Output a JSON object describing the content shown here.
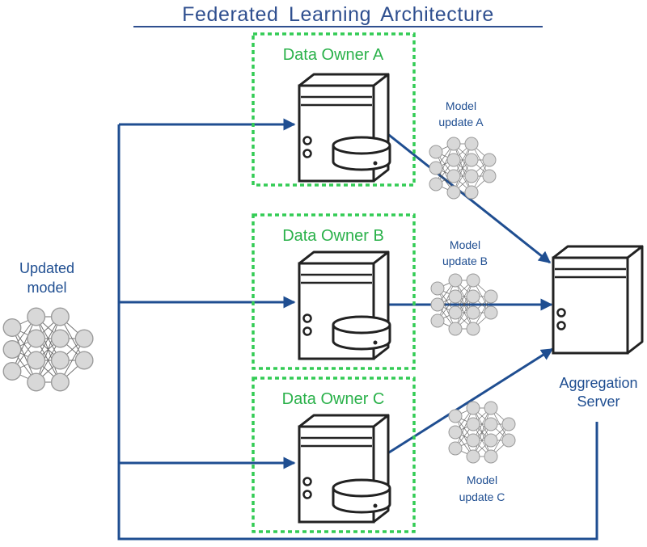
{
  "title": "Federated  Learning  Architecture",
  "owners": [
    {
      "label": "Data Owner A"
    },
    {
      "label": "Data Owner B"
    },
    {
      "label": "Data Owner C"
    }
  ],
  "updated_model": {
    "line1": "Updated",
    "line2": "model"
  },
  "model_updates": [
    {
      "line1": "Model",
      "line2": "update A"
    },
    {
      "line1": "Model",
      "line2": "update B"
    },
    {
      "line1": "Model",
      "line2": "update C"
    }
  ],
  "aggregation_server": {
    "line1": "Aggregation",
    "line2": "Server"
  },
  "icons": {
    "server": "server-icon",
    "database": "database-icon",
    "network": "neural-network-icon"
  },
  "colors": {
    "title": "#2f4f8f",
    "owner_label": "#2ab14a",
    "owner_box": "#33cc55",
    "arrows": "#1f4e91",
    "blue_text": "#1f4e91"
  }
}
